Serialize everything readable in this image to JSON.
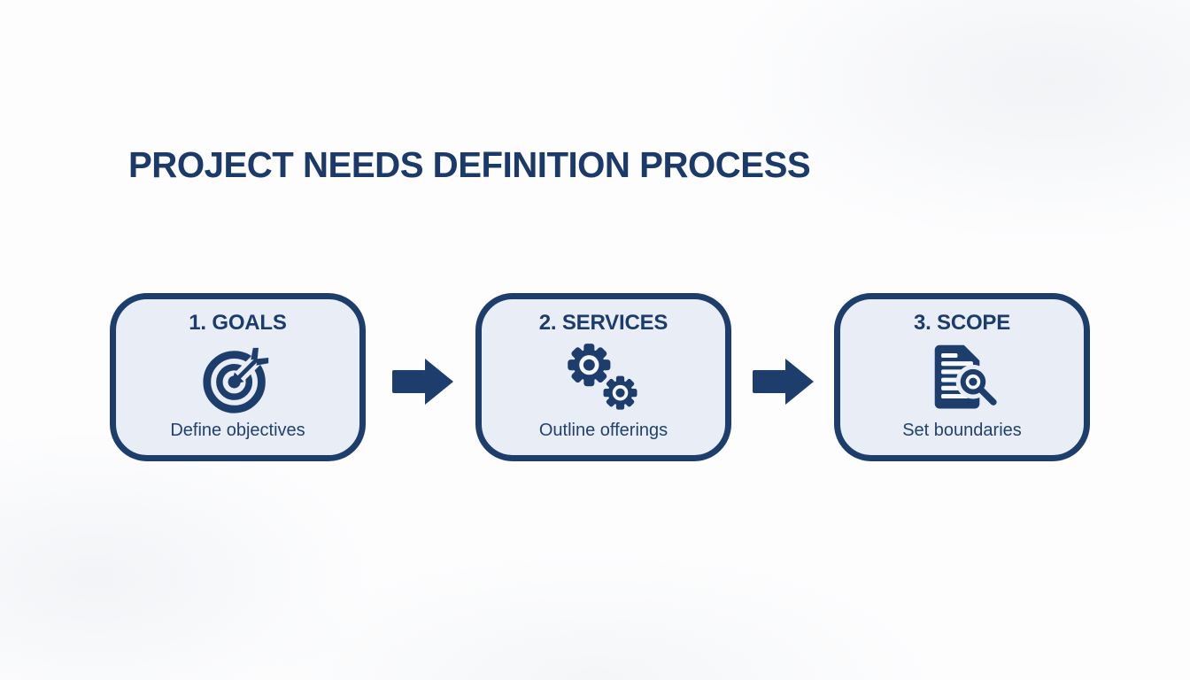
{
  "title": "PROJECT NEEDS DEFINITION PROCESS",
  "colors": {
    "navy": "#1d3e6d",
    "title_navy": "#1b3a69",
    "box_fill": "#e9eef6",
    "background": "#fdfdfe"
  },
  "steps": [
    {
      "heading": "1. GOALS",
      "label": "Define objectives",
      "icon": "target-icon"
    },
    {
      "heading": "2. SERVICES",
      "label": "Outline offerings",
      "icon": "gears-icon"
    },
    {
      "heading": "3. SCOPE",
      "label": "Set boundaries",
      "icon": "document-search-icon"
    }
  ],
  "connectors": [
    {
      "icon": "arrow-right-icon"
    },
    {
      "icon": "arrow-right-icon"
    }
  ]
}
